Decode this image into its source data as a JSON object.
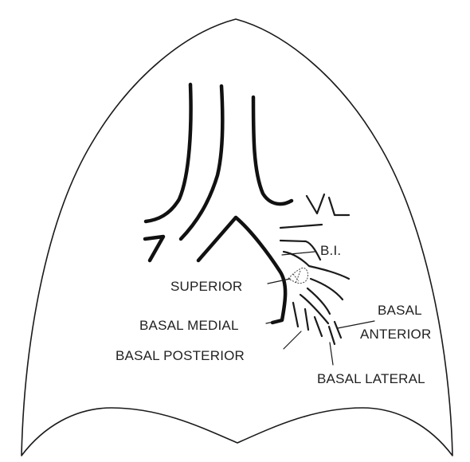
{
  "labels": {
    "bi": "B.I.",
    "superior": "SUPERIOR",
    "basal_medial": "BASAL MEDIAL",
    "basal_posterior": "BASAL POSTERIOR",
    "basal_anterior_line1": "BASAL",
    "basal_anterior_line2": "ANTERIOR",
    "basal_lateral": "BASAL LATERAL"
  }
}
